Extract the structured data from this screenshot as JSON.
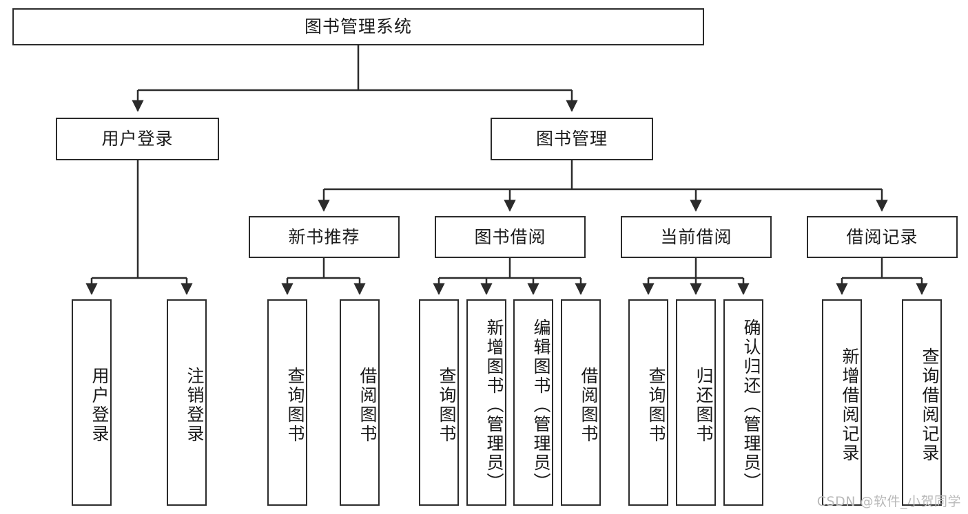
{
  "diagram": {
    "title": "图书管理系统",
    "type": "tree",
    "watermark": "CSDN @软件_小贺同学",
    "colors": {
      "box_border": "#2b2b2b",
      "box_fill": "#ffffff",
      "connector": "#2b2b2b",
      "text": "#1a1a1a",
      "watermark": "#b9b9b9"
    },
    "root": {
      "id": "root",
      "label": "图书管理系统",
      "orientation": "horizontal"
    },
    "level1": [
      {
        "id": "user-login",
        "label": "用户登录",
        "orientation": "horizontal"
      },
      {
        "id": "book-manage",
        "label": "图书管理",
        "orientation": "horizontal"
      }
    ],
    "level2": [
      {
        "id": "new-book-recommend",
        "label": "新书推荐",
        "orientation": "horizontal",
        "parent": "book-manage"
      },
      {
        "id": "book-borrow",
        "label": "图书借阅",
        "orientation": "horizontal",
        "parent": "book-manage"
      },
      {
        "id": "current-borrow",
        "label": "当前借阅",
        "orientation": "horizontal",
        "parent": "book-manage"
      },
      {
        "id": "borrow-record",
        "label": "借阅记录",
        "orientation": "horizontal",
        "parent": "book-manage"
      }
    ],
    "leaves": [
      {
        "id": "leaf-user-login",
        "label": "用户登录",
        "orientation": "vertical",
        "parent": "user-login"
      },
      {
        "id": "leaf-user-logout",
        "label": "注销登录",
        "orientation": "vertical",
        "parent": "user-login"
      },
      {
        "id": "leaf-query-book-1",
        "label": "查询图书",
        "orientation": "vertical",
        "parent": "new-book-recommend"
      },
      {
        "id": "leaf-borrow-book-1",
        "label": "借阅图书",
        "orientation": "vertical",
        "parent": "new-book-recommend"
      },
      {
        "id": "leaf-query-book-2",
        "label": "查询图书",
        "orientation": "vertical",
        "parent": "book-borrow"
      },
      {
        "id": "leaf-add-book",
        "label": "新增图书（管理员）",
        "orientation": "vertical",
        "parent": "book-borrow"
      },
      {
        "id": "leaf-edit-book",
        "label": "编辑图书（管理员）",
        "orientation": "vertical",
        "parent": "book-borrow"
      },
      {
        "id": "leaf-borrow-book-2",
        "label": "借阅图书",
        "orientation": "vertical",
        "parent": "book-borrow"
      },
      {
        "id": "leaf-query-book-3",
        "label": "查询图书",
        "orientation": "vertical",
        "parent": "current-borrow"
      },
      {
        "id": "leaf-return-book",
        "label": "归还图书",
        "orientation": "vertical",
        "parent": "current-borrow"
      },
      {
        "id": "leaf-confirm-return",
        "label": "确认归还（管理员）",
        "orientation": "vertical",
        "parent": "current-borrow"
      },
      {
        "id": "leaf-add-record",
        "label": "新增借阅记录",
        "orientation": "vertical",
        "parent": "borrow-record"
      },
      {
        "id": "leaf-query-record",
        "label": "查询借阅记录",
        "orientation": "vertical",
        "parent": "borrow-record"
      }
    ]
  }
}
